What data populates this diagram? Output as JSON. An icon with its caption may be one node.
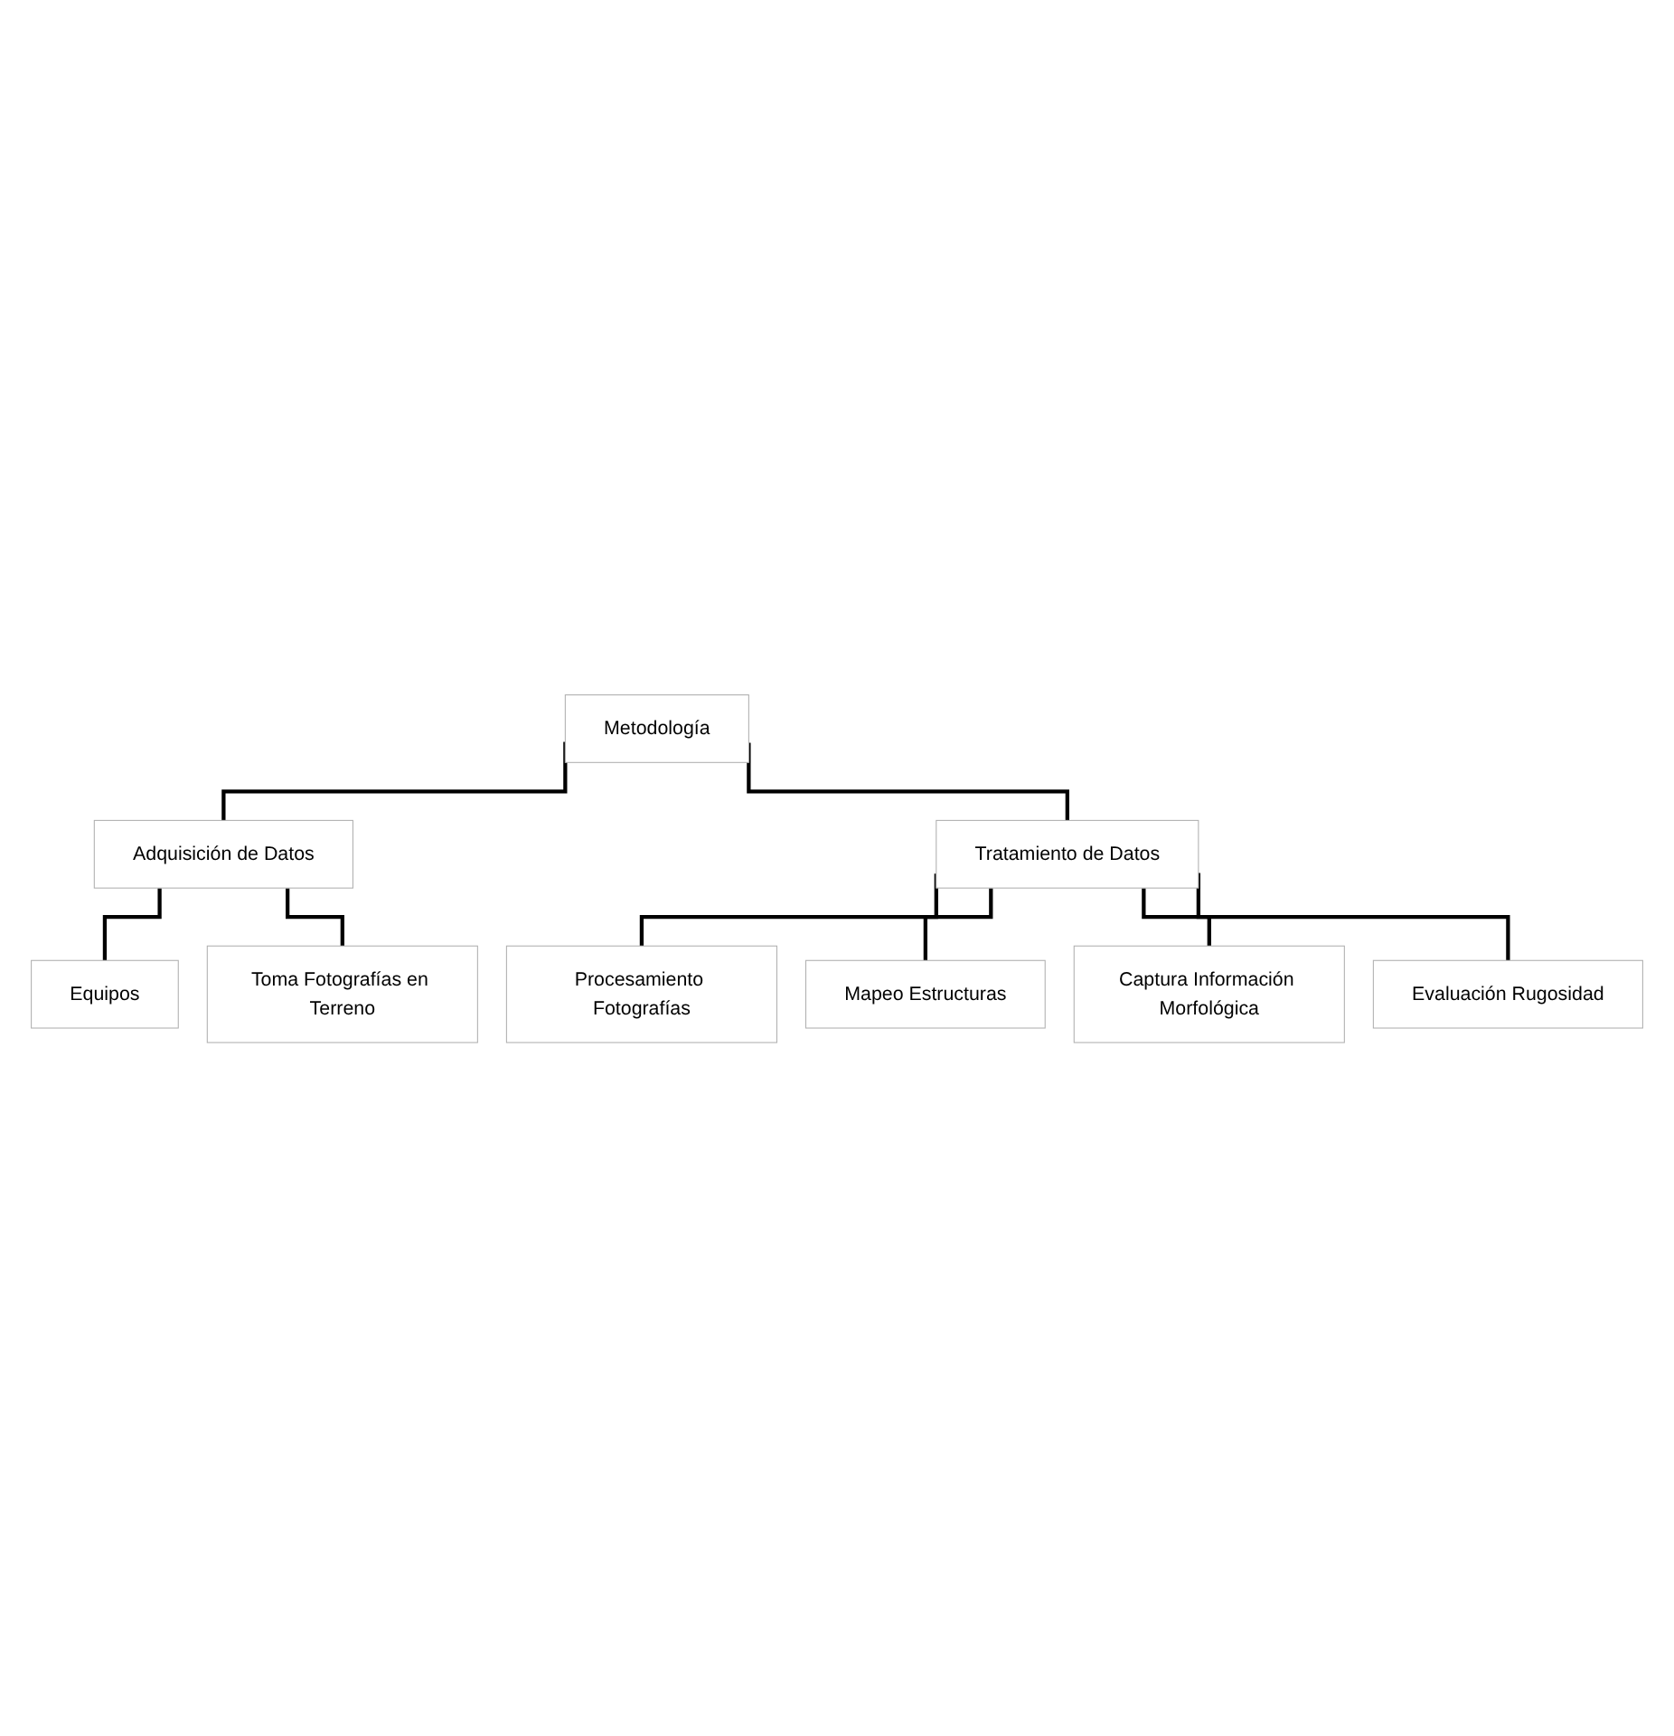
{
  "diagram": {
    "nodes": [
      {
        "text": [
          "Metodología"
        ]
      },
      {
        "text": [
          "Adquisición de Datos"
        ]
      },
      {
        "text": [
          "Tratamiento de Datos"
        ]
      },
      {
        "text": [
          "Equipos"
        ]
      },
      {
        "text": [
          "Toma Fotografías en Terreno"
        ]
      },
      {
        "text": [
          "Procesamiento Fotografías"
        ]
      },
      {
        "text": [
          "Mapeo Estructuras"
        ]
      },
      {
        "text": [
          "Captura Información Morfológica"
        ]
      },
      {
        "text": [
          "Evaluación Rugosidad"
        ]
      }
    ],
    "edges": [
      {
        "from": 0,
        "to": 1,
        "arrow": "none"
      },
      {
        "from": 0,
        "to": 2,
        "arrow": "none"
      },
      {
        "from": 1,
        "to": 3,
        "arrow": "none"
      },
      {
        "from": 1,
        "to": 4,
        "arrow": "none"
      },
      {
        "from": 2,
        "to": 5,
        "arrow": "none"
      },
      {
        "from": 2,
        "to": 6,
        "arrow": "none"
      },
      {
        "from": 2,
        "to": 7,
        "arrow": "none"
      },
      {
        "from": 2,
        "to": 8,
        "arrow": "none"
      }
    ]
  }
}
